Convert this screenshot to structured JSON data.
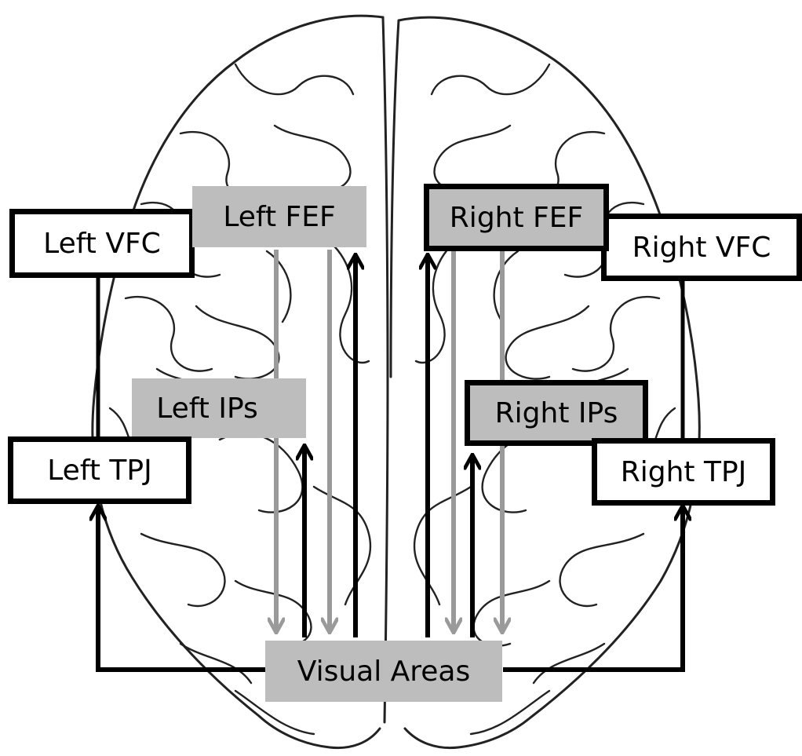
{
  "diagram": {
    "boxes": {
      "left_vfc": "Left VFC",
      "right_vfc": "Right VFC",
      "left_fef": "Left FEF",
      "right_fef": "Right FEF",
      "left_ips": "Left IPs",
      "right_ips": "Right IPs",
      "left_tpj": "Left TPJ",
      "right_tpj": "Right TPJ",
      "visual_areas": "Visual Areas"
    },
    "colors": {
      "black_arrow": "#000000",
      "gray_arrow": "#9a9a9a",
      "gray_box": "#bdbdbd",
      "outline": "#000000",
      "brain_line": "#222222"
    }
  }
}
